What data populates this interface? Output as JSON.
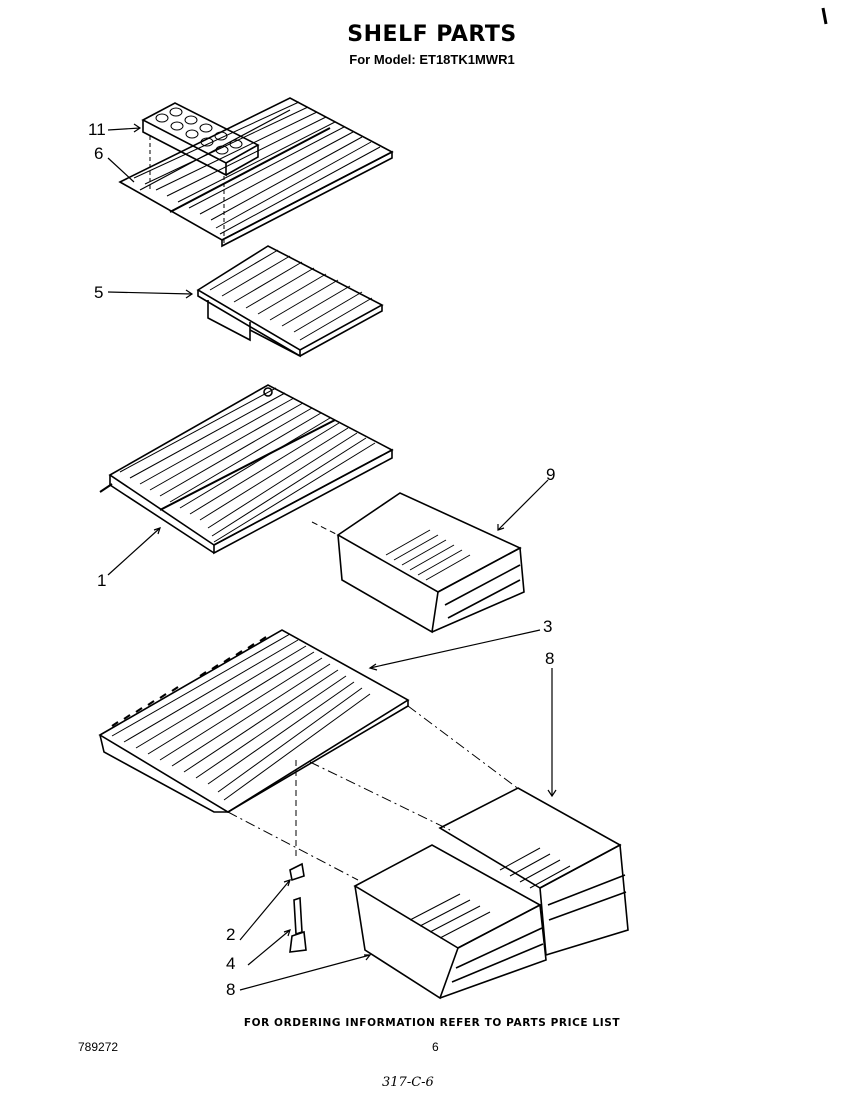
{
  "header": {
    "title": "SHELF PARTS",
    "model_line": "For Model: ET18TK1MWR1"
  },
  "callouts": {
    "c11": "11",
    "c6": "6",
    "c5": "5",
    "c9": "9",
    "c1": "1",
    "c3": "3",
    "c8a": "8",
    "c2": "2",
    "c4": "4",
    "c8b": "8"
  },
  "footer": {
    "ordering_note": "FOR ORDERING INFORMATION REFER TO PARTS PRICE LIST",
    "document_number": "789272",
    "page_number": "6",
    "handwritten_note": "317-C-6"
  }
}
